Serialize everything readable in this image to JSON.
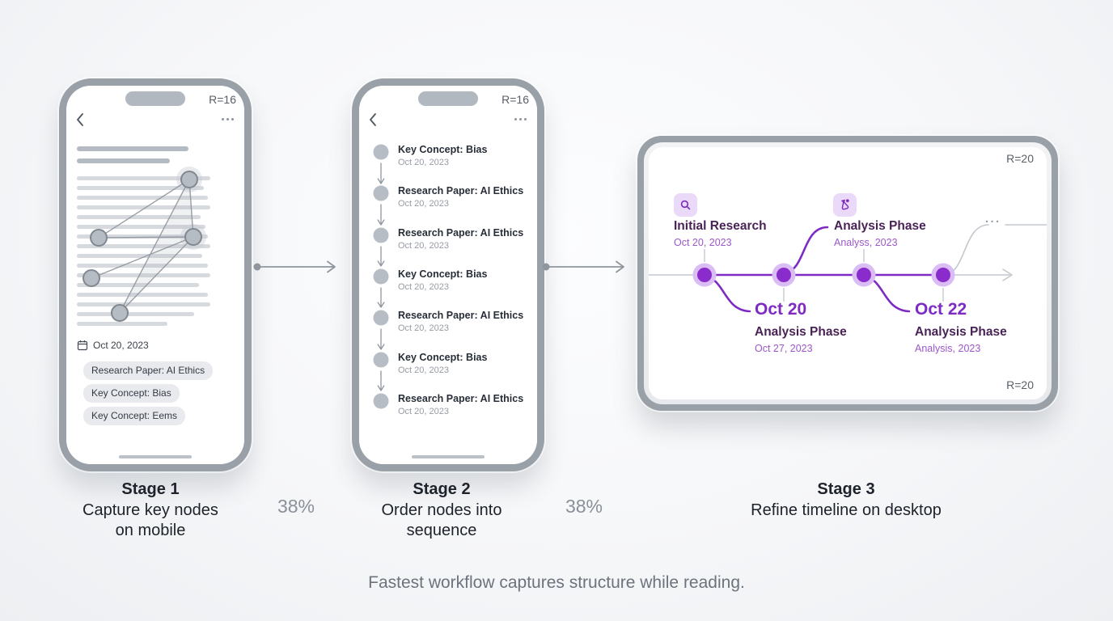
{
  "colors": {
    "accent_purple": "#7e2bc4",
    "node_purple": "#8a2ccc",
    "halo_purple": "#dabdf4",
    "deep_purple_title": "#4a2356",
    "date_purple": "#9c57ca",
    "frame_gray": "#99a0a8",
    "sketch_gray": "#8f969e",
    "text_dark": "#1d222b",
    "muted_gray": "#8a9099"
  },
  "icons": {
    "back": "chevron-left",
    "more": "ellipsis",
    "capture_date": "calendar",
    "event1": "search",
    "event2": "flask"
  },
  "stage1": {
    "r_label": "R=16",
    "date": "Oct 20, 2023",
    "tags": [
      "Research Paper: AI Ethics",
      "Key Concept: Bias",
      "Key Concept: Eems"
    ],
    "caption": {
      "title": "Stage 1",
      "line1": "Capture key nodes",
      "line2": "on mobile"
    }
  },
  "stage2": {
    "r_label": "R=16",
    "items": [
      {
        "title": "Key Concept: Bias",
        "date": "Oct 20, 2023"
      },
      {
        "title": "Research Paper: AI Ethics",
        "date": "Oct 20, 2023"
      },
      {
        "title": "Research Paper: AI Ethics",
        "date": "Oct 20, 2023"
      },
      {
        "title": "Key Concept: Bias",
        "date": "Oct 20, 2023"
      },
      {
        "title": "Research Paper: AI Ethics",
        "date": "Oct 20, 2023"
      },
      {
        "title": "Key Concept: Bias",
        "date": "Oct 20, 2023"
      },
      {
        "title": "Research Paper: AI Ethics",
        "date": "Oct 20, 2023"
      }
    ],
    "caption": {
      "title": "Stage 2",
      "line1": "Order nodes into",
      "line2": "sequence"
    }
  },
  "stage3": {
    "r_label_top": "R=20",
    "r_label_bottom": "R=20",
    "ellipsis": "···",
    "events_above": [
      {
        "icon": "search-icon",
        "title": "Initial Research",
        "date": "Oct 20, 2023"
      },
      {
        "icon": "flask-icon",
        "title": "Analysis Phase",
        "date": "Analyss, 2023"
      }
    ],
    "events_below": [
      {
        "big_date": "Oct 20",
        "title": "Analysis Phase",
        "date": "Oct 27, 2023"
      },
      {
        "big_date": "Oct 22",
        "title": "Analysis Phase",
        "date": "Analysis, 2023"
      }
    ],
    "caption": {
      "title": "Stage 3",
      "line1": "Refine timeline on desktop"
    }
  },
  "transitions": {
    "label1": "38%",
    "label2": "38%"
  },
  "footer": "Fastest workflow captures structure while reading."
}
